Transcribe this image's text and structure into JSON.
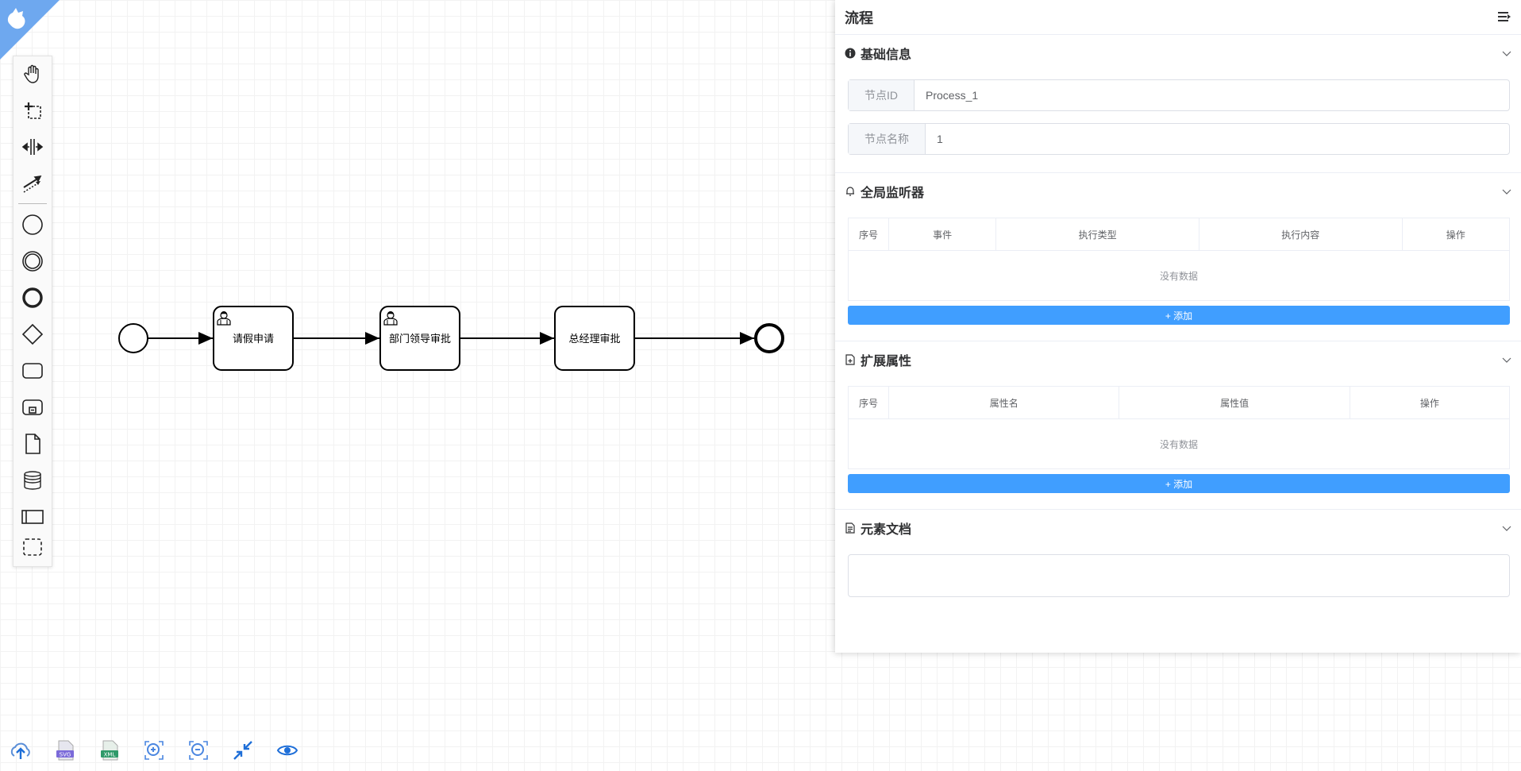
{
  "panel": {
    "title": "流程",
    "basic": {
      "title": "基础信息",
      "id_label": "节点ID",
      "id_value": "Process_1",
      "name_label": "节点名称",
      "name_value": "1"
    },
    "listeners": {
      "title": "全局监听器",
      "columns": [
        "序号",
        "事件",
        "执行类型",
        "执行内容",
        "操作"
      ],
      "empty_text": "没有数据",
      "add_label": "+ 添加"
    },
    "extensions": {
      "title": "扩展属性",
      "columns": [
        "序号",
        "属性名",
        "属性值",
        "操作"
      ],
      "empty_text": "没有数据",
      "add_label": "+ 添加"
    },
    "documentation": {
      "title": "元素文档",
      "value": ""
    }
  },
  "diagram": {
    "tasks": [
      {
        "label": "请假申请",
        "type": "user-task"
      },
      {
        "label": "部门领导审批",
        "type": "user-task"
      },
      {
        "label": "总经理审批",
        "type": "task"
      }
    ]
  },
  "palette": {
    "tools": [
      "hand-tool",
      "lasso-tool",
      "space-tool",
      "global-connect-tool",
      "start-event",
      "intermediate-event",
      "end-event",
      "gateway",
      "task",
      "subprocess",
      "data-object",
      "data-store",
      "pool",
      "group"
    ]
  },
  "toolbar": {
    "items": [
      "upload-icon",
      "svg-download-icon",
      "xml-download-icon",
      "zoom-in-icon",
      "zoom-out-icon",
      "fit-view-icon",
      "preview-icon"
    ]
  },
  "colors": {
    "accent": "#409eff",
    "corner": "#6ea8ef"
  }
}
